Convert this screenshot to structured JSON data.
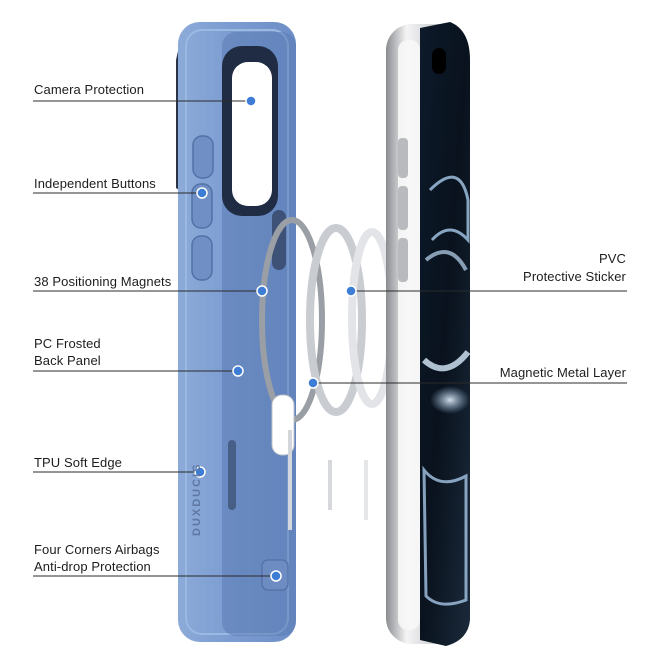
{
  "labels": {
    "camera_protection": "Camera Protection",
    "independent_buttons": "Independent Buttons",
    "positioning_magnets": "38 Positioning Magnets",
    "pc_back_line1": "PC Frosted",
    "pc_back_line2": "Back Panel",
    "tpu_soft_edge": "TPU Soft Edge",
    "airbags_line1": "Four Corners Airbags",
    "airbags_line2": "Anti-drop Protection",
    "pvc_line1": "PVC",
    "pvc_line2": "Protective Sticker",
    "magnetic_metal": "Magnetic Metal Layer"
  },
  "brand": "DUXDUCIS",
  "colors": {
    "case_blue": "#7f9fd1",
    "case_edge": "#93b1de",
    "marker": "#3d7dd6",
    "callout_line": "#2b2b2b",
    "frame_silver": "#c8c9cc",
    "screen_dark": "#0b1522",
    "screen_glow": "#9fc4e8"
  }
}
